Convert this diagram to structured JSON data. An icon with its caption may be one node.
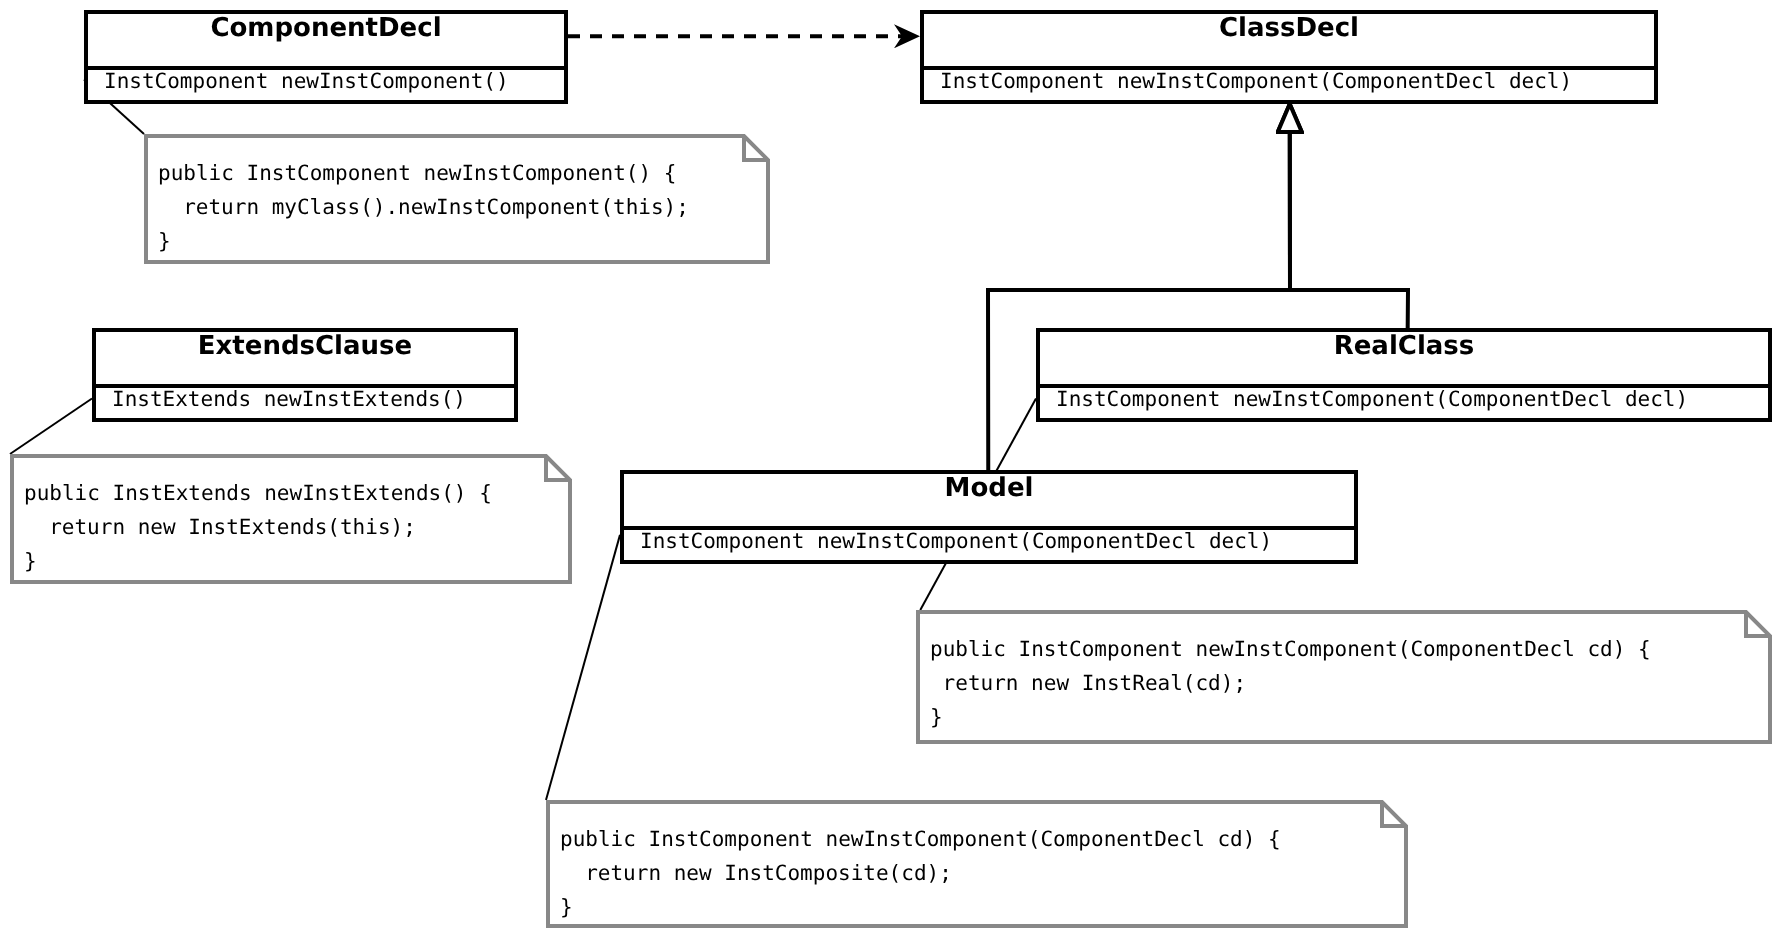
{
  "diagram": {
    "nodes": [
      {
        "text": [
          "ComponentDecl",
          "InstComponent newInstComponent()"
        ]
      },
      {
        "text": [
          "ClassDecl",
          "InstComponent newInstComponent(ComponentDecl decl)"
        ]
      },
      {
        "text": [
          "public InstComponent newInstComponent() {",
          "return myClass().newInstComponent(this);",
          "}"
        ]
      },
      {
        "text": [
          "ExtendsClause",
          "InstExtends newInstExtends()"
        ]
      },
      {
        "text": [
          "public InstExtends newInstExtends() {",
          "return new InstExtends(this);",
          "}"
        ]
      },
      {
        "text": [
          "RealClass",
          "InstComponent newInstComponent(ComponentDecl decl)"
        ]
      },
      {
        "text": [
          "Model",
          "InstComponent newInstComponent(ComponentDecl decl)"
        ]
      },
      {
        "text": [
          "public InstComponent newInstComponent(ComponentDecl cd) {",
          "return new InstReal(cd);",
          "}"
        ]
      },
      {
        "text": [
          "public InstComponent newInstComponent(ComponentDecl cd) {",
          "return new InstComposite(cd);",
          "}"
        ]
      }
    ],
    "edges": [
      {
        "from": 0,
        "to": 1,
        "arrow": "to",
        "style": "dashed"
      },
      {
        "from": 5,
        "to": 1,
        "arrow": "to"
      },
      {
        "from": 6,
        "to": 1,
        "arrow": "to"
      },
      {
        "from": 0,
        "to": 2,
        "arrow": "none"
      },
      {
        "from": 3,
        "to": 4,
        "arrow": "none"
      },
      {
        "from": 5,
        "to": 7,
        "arrow": "none"
      },
      {
        "from": 6,
        "to": 8,
        "arrow": "none"
      }
    ]
  }
}
